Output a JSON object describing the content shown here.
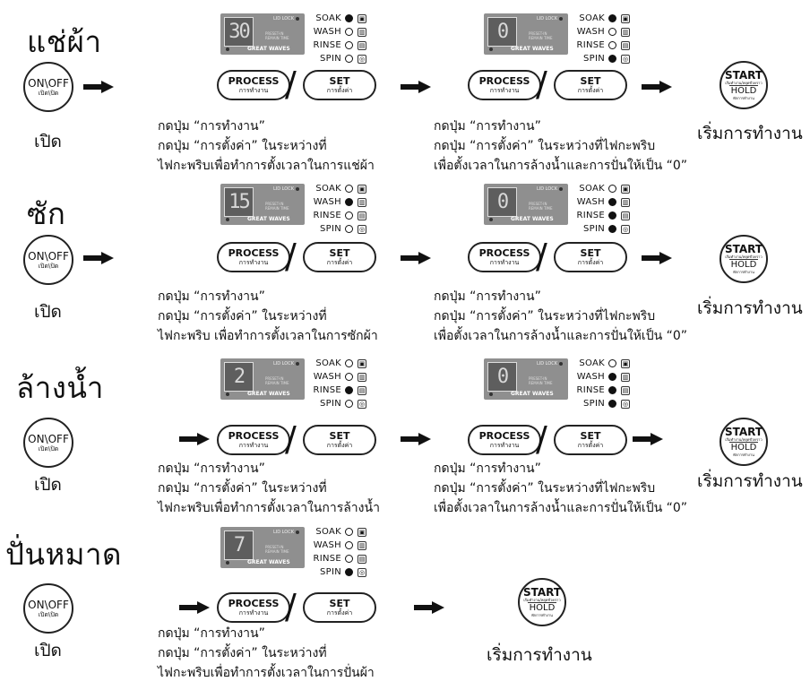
{
  "buttons": {
    "on_off": "ON\\OFF",
    "on_off_sub": "เปิด\\ปิด",
    "open_label": "เปิด",
    "process": "PROCESS",
    "process_sub": "การทำงาน",
    "set": "SET",
    "set_sub": "การตั้งค่า",
    "start": "START",
    "start_sub": "เริ่มทำงาน/หยุดชั่วคราว",
    "hold": "HOLD",
    "hold_sub": "พักการทำงาน",
    "start_label": "เริ่มการทำงาน"
  },
  "panel": {
    "lid_lock": "LID LOCK",
    "preset": "PRESET-IN",
    "preset_sub": "REMAIN TIME",
    "brand": "GREAT WAVES",
    "steps": [
      "SOAK",
      "WASH",
      "RINSE",
      "SPIN"
    ]
  },
  "rows": [
    {
      "title": "แช่ผ้า",
      "display1": "30",
      "active1": [
        true,
        false,
        false,
        false
      ],
      "display2": "0",
      "active2": [
        true,
        false,
        false,
        true
      ],
      "note1": [
        "กดปุ่ม “การทำงาน”",
        "กดปุ่ม “การตั้งค่า” ในระหว่างที่",
        "ไฟกะพริบเพื่อทำการตั้งเวลาในการแช่ผ้า"
      ],
      "note2": [
        "กดปุ่ม “การทำงาน”",
        "กดปุ่ม “การตั้งค่า” ในระหว่างที่ไฟกะพริบ",
        "เพื่อตั้งเวลาในการล้างน้ำและการปั่นให้เป็น “0”"
      ]
    },
    {
      "title": "ซัก",
      "display1": "15",
      "active1": [
        false,
        true,
        false,
        false
      ],
      "display2": "0",
      "active2": [
        false,
        true,
        true,
        true
      ],
      "note1": [
        "กดปุ่ม “การทำงาน”",
        "กดปุ่ม “การตั้งค่า” ในระหว่างที่",
        "ไฟกะพริบ เพื่อทำการตั้งเวลาในการซักผ้า"
      ],
      "note2": [
        "กดปุ่ม “การทำงาน”",
        "กดปุ่ม “การตั้งค่า” ในระหว่างที่ไฟกะพริบ",
        "เพื่อตั้งเวลาในการล้างน้ำและการปั่นให้เป็น “0”"
      ]
    },
    {
      "title": "ล้างน้ำ",
      "display1": "2",
      "active1": [
        false,
        false,
        true,
        false
      ],
      "display2": "0",
      "active2": [
        false,
        true,
        true,
        true
      ],
      "note1": [
        "กดปุ่ม “การทำงาน”",
        "กดปุ่ม “การตั้งค่า” ในระหว่างที่",
        "ไฟกะพริบเพื่อทำการตั้งเวลาในการล้างน้ำ"
      ],
      "note2": [
        "กดปุ่ม “การทำงาน”",
        "กดปุ่ม “การตั้งค่า” ในระหว่างที่ไฟกะพริบ",
        "เพื่อตั้งเวลาในการล้างน้ำและการปั่นให้เป็น “0”"
      ]
    },
    {
      "title": "ปั่นหมาด",
      "display1": "7",
      "active1": [
        false,
        false,
        false,
        true
      ],
      "note1": [
        "กดปุ่ม “การทำงาน”",
        "กดปุ่ม “การตั้งค่า” ในระหว่างที่",
        "ไฟกะพริบเพื่อทำการตั้งเวลาในการปั่นผ้า"
      ]
    }
  ]
}
